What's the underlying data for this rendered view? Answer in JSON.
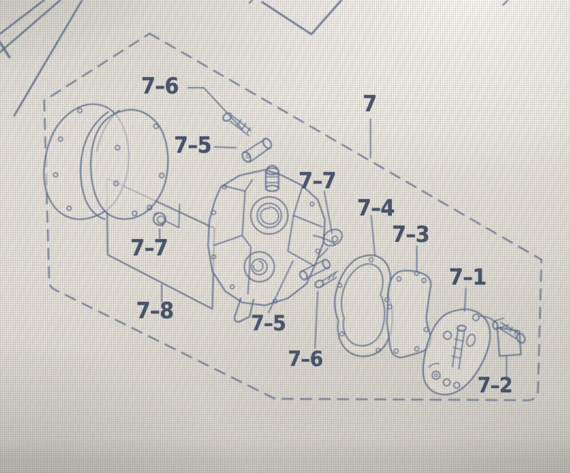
{
  "figure": {
    "type": "exploded-parts-diagram",
    "assembly_callout": "7",
    "callouts": [
      {
        "id": "7-6-top",
        "label": "7–6"
      },
      {
        "id": "7-assembly",
        "label": "7"
      },
      {
        "id": "7-5-top",
        "label": "7–5"
      },
      {
        "id": "7-7-right",
        "label": "7–7"
      },
      {
        "id": "7-4",
        "label": "7–4"
      },
      {
        "id": "7-3",
        "label": "7–3"
      },
      {
        "id": "7-1",
        "label": "7–1"
      },
      {
        "id": "7-7-left",
        "label": "7–7"
      },
      {
        "id": "7-8",
        "label": "7–8"
      },
      {
        "id": "7-5-bottom",
        "label": "7–5"
      },
      {
        "id": "7-6-bottom",
        "label": "7–6"
      },
      {
        "id": "7-2",
        "label": "7–2"
      }
    ],
    "ink_color": "#566689",
    "label_color": "#3e4a64",
    "paper_color": "#e6e3db"
  }
}
